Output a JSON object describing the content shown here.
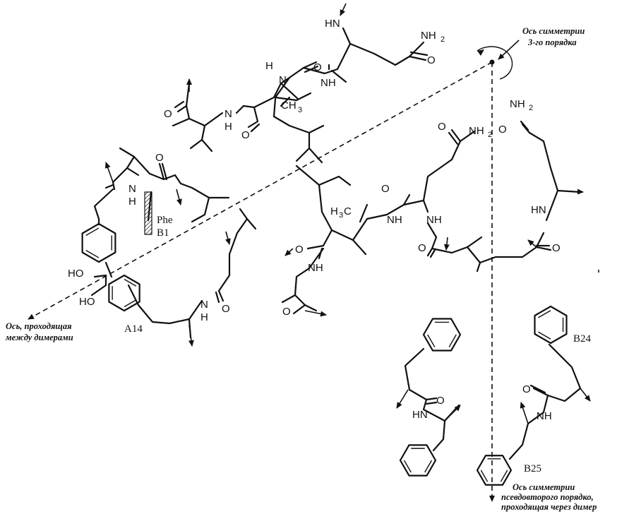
{
  "atoms": {
    "hn_top": "HN",
    "nh2_top": "NH",
    "nh2_top_sub": "2",
    "o_top": "O",
    "o_gly": "O",
    "nh_gly": "NH",
    "h_aziridine": "H",
    "n_aziridine": "N",
    "ch3_top": "CH",
    "ch3_top_sub": "3",
    "o_val": "O",
    "n_val": "N",
    "h_val": "H",
    "o_leu": "O",
    "o_b1": "O",
    "n_b1": "N",
    "h_b1": "H",
    "nh2_gln": "NH",
    "nh2_gln_sub": "2",
    "o_gln": "O",
    "nh2_right": "NH",
    "nh2_right_sub": "2",
    "o_right": "O",
    "hn_right": "HN",
    "o_right_ring": "O",
    "o_mid": "O",
    "nh_mid": "NH",
    "h3c_mid": "H",
    "h3c_mid_sub": "3",
    "h3c_mid_c": "C",
    "o_ala": "O",
    "nh_ala": "NH",
    "o_lower": "O",
    "o_bottom": "O",
    "ho_1": "HO",
    "ho_2": "HO",
    "n_tyr": "N",
    "h_tyr": "H",
    "o_tyr": "O",
    "o_phe": "O",
    "hn_phe": "HN",
    "o_b24": "O",
    "nh_b24": "NH"
  },
  "residue_labels": {
    "phe": "Phe",
    "b1": "B1",
    "a14": "A14",
    "b24": "B24",
    "b25": "B25"
  },
  "annotations": {
    "threefold_line1": "Ось симметрии",
    "threefold_line2": "3-го порядка",
    "dimer_axis_line1": "Ось, проходящая",
    "dimer_axis_line2": "между димерами",
    "pseudo_axis_line1": "Ось симметрии",
    "pseudo_axis_line2": "псевдовторого порядко,",
    "pseudo_axis_line3": "проходящая через димер"
  }
}
